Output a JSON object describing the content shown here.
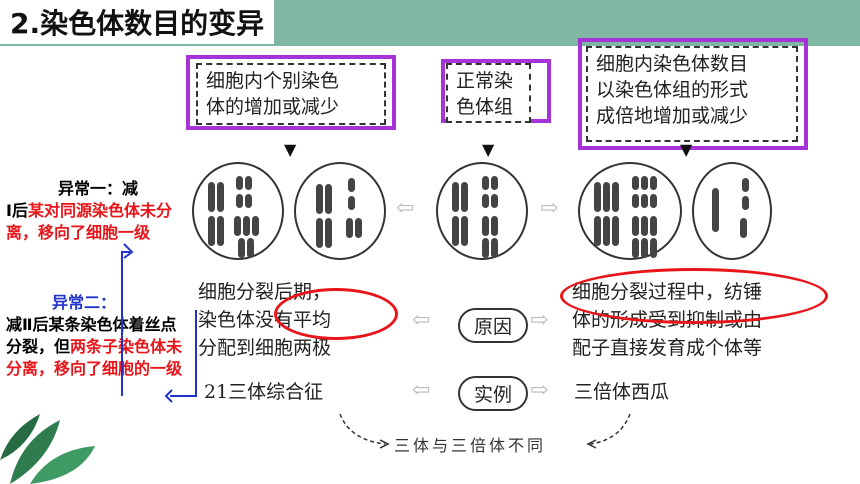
{
  "title": "2.染色体数目的变异",
  "boxes": {
    "left": [
      "细胞内个别染色",
      "体的增加或减少"
    ],
    "middle": [
      "正常染",
      "色体组"
    ],
    "right": [
      "细胞内染色体数目",
      "以染色体组的形式",
      "成倍地增加或减少"
    ]
  },
  "cause_left": [
    "细胞分裂后期，",
    "染色体没有平均",
    "分配到细胞两极"
  ],
  "cause_right": [
    "细胞分裂过程中，纺锤",
    "体的形成受到抑制或由",
    "配子直接发育成个体等"
  ],
  "pill_cause": "原因",
  "pill_example": "实例",
  "example_left": "21三体综合征",
  "example_right": "三倍体西瓜",
  "bottom_note": "三体与三倍体不同",
  "note1": {
    "prefix": "异常一：减",
    "roman": "Ⅰ后",
    "red": "某对同源染色体未分离，移向了细胞一级"
  },
  "note2": {
    "blue": "异常二：",
    "black1": "减Ⅱ后某条染色体着丝点分裂，但",
    "red": "两条子染色体未分离，移向了细胞的一级"
  },
  "colors": {
    "accent": "#7fb7a3",
    "purple": "#a632d8",
    "red": "#e8161b",
    "blue": "#2233cc"
  }
}
